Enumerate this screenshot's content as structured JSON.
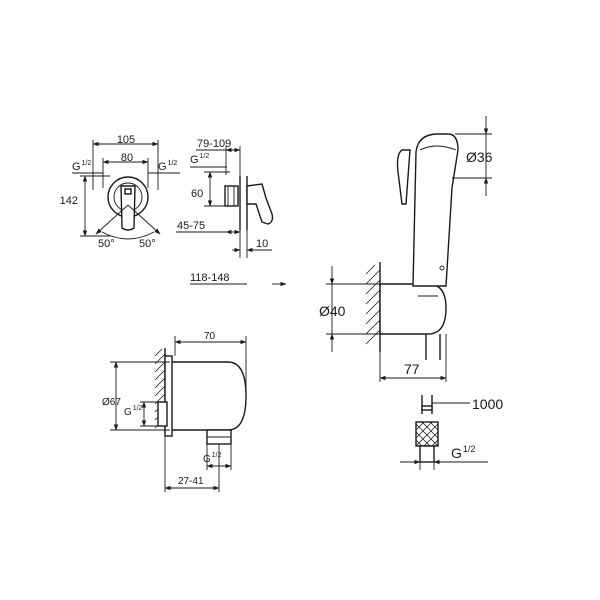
{
  "drawing": {
    "mixer_front": {
      "dim_105": "105",
      "dim_80": "80",
      "thread_left_main": "G",
      "thread_left_frac": "1/2",
      "thread_right_main": "G",
      "thread_right_frac": "1/2",
      "dim_142": "142",
      "angle_left": "50°",
      "angle_right": "50°"
    },
    "mixer_side": {
      "dim_79_109": "79-109",
      "thread_main": "G",
      "thread_frac": "1/2",
      "dim_60": "60",
      "dim_45_75": "45-75",
      "dim_10": "10",
      "dim_118_148": "118-148"
    },
    "wall_outlet": {
      "dim_70": "70",
      "dim_67": "Ø67",
      "thread_side_main": "G",
      "thread_side_frac": "1/2",
      "thread_bottom_main": "G",
      "thread_bottom_frac": "1/2",
      "dim_27_41": "27-41"
    },
    "hand_shower": {
      "dim_36": "Ø36",
      "dim_40": "Ø40",
      "dim_77": "77"
    },
    "hose": {
      "dim_1000": "1000",
      "thread_main": "G",
      "thread_frac": "1/2"
    }
  }
}
